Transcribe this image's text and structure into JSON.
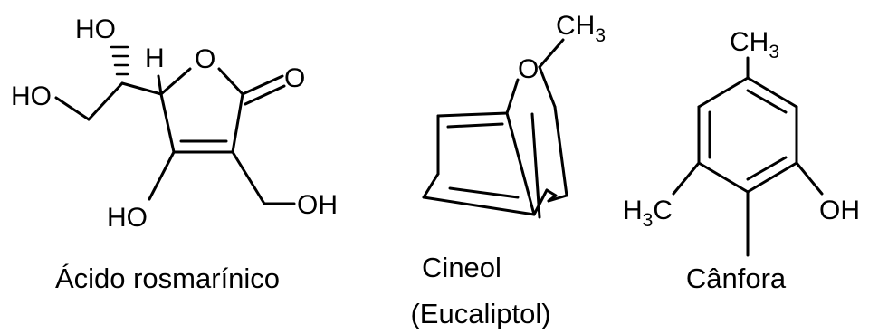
{
  "molecules": [
    {
      "caption": "Ácido rosmarínico",
      "atoms": {
        "ho_top": "HO",
        "h": "H",
        "o_ring": "O",
        "o_carbonyl": "O",
        "ho_left": "HO",
        "ho_bottom": "HO",
        "oh_right": "OH"
      }
    },
    {
      "caption_line1": "Cineol",
      "caption_line2": "(Eucaliptol)",
      "atoms": {
        "o_bridge": "O",
        "ch3_base": "CH",
        "ch3_sub": "3"
      }
    },
    {
      "caption": "Cânfora",
      "atoms": {
        "ch3_base": "CH",
        "ch3_sub": "3",
        "h3c_h": "H",
        "h3c_sub": "3",
        "h3c_c": "C",
        "oh": "OH"
      }
    }
  ]
}
